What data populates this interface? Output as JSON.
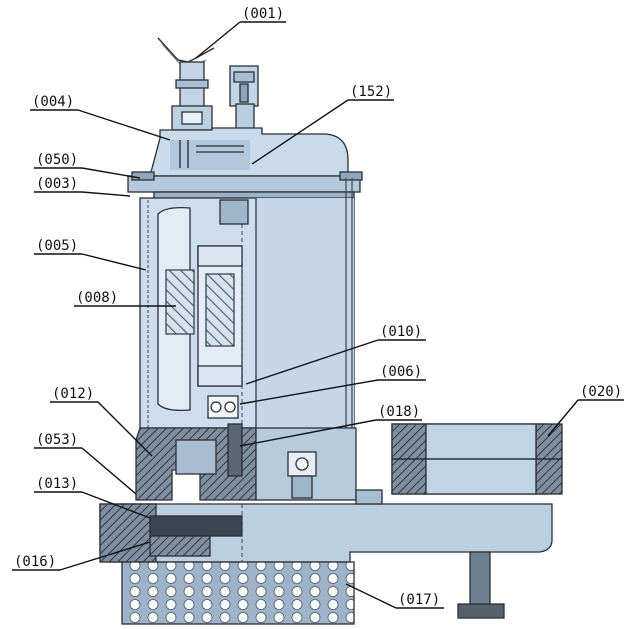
{
  "diagram": {
    "labels": [
      {
        "id": "l001",
        "text": "(001)"
      },
      {
        "id": "l004",
        "text": "(004)"
      },
      {
        "id": "l152",
        "text": "(152)"
      },
      {
        "id": "l050",
        "text": "(050)"
      },
      {
        "id": "l003",
        "text": "(003)"
      },
      {
        "id": "l005",
        "text": "(005)"
      },
      {
        "id": "l008",
        "text": "(008)"
      },
      {
        "id": "l010",
        "text": "(010)"
      },
      {
        "id": "l006",
        "text": "(006)"
      },
      {
        "id": "l012",
        "text": "(012)"
      },
      {
        "id": "l018",
        "text": "(018)"
      },
      {
        "id": "l020",
        "text": "(020)"
      },
      {
        "id": "l053",
        "text": "(053)"
      },
      {
        "id": "l013",
        "text": "(013)"
      },
      {
        "id": "l016",
        "text": "(016)"
      },
      {
        "id": "l017",
        "text": "(017)"
      }
    ]
  },
  "colors": {
    "body": "#c7d9ea",
    "body_light": "#dde9f4",
    "body_dark": "#9fb8cf",
    "stroke": "#2a2f36",
    "hatch": "#4a5563",
    "metal": "#8aa2b8"
  }
}
